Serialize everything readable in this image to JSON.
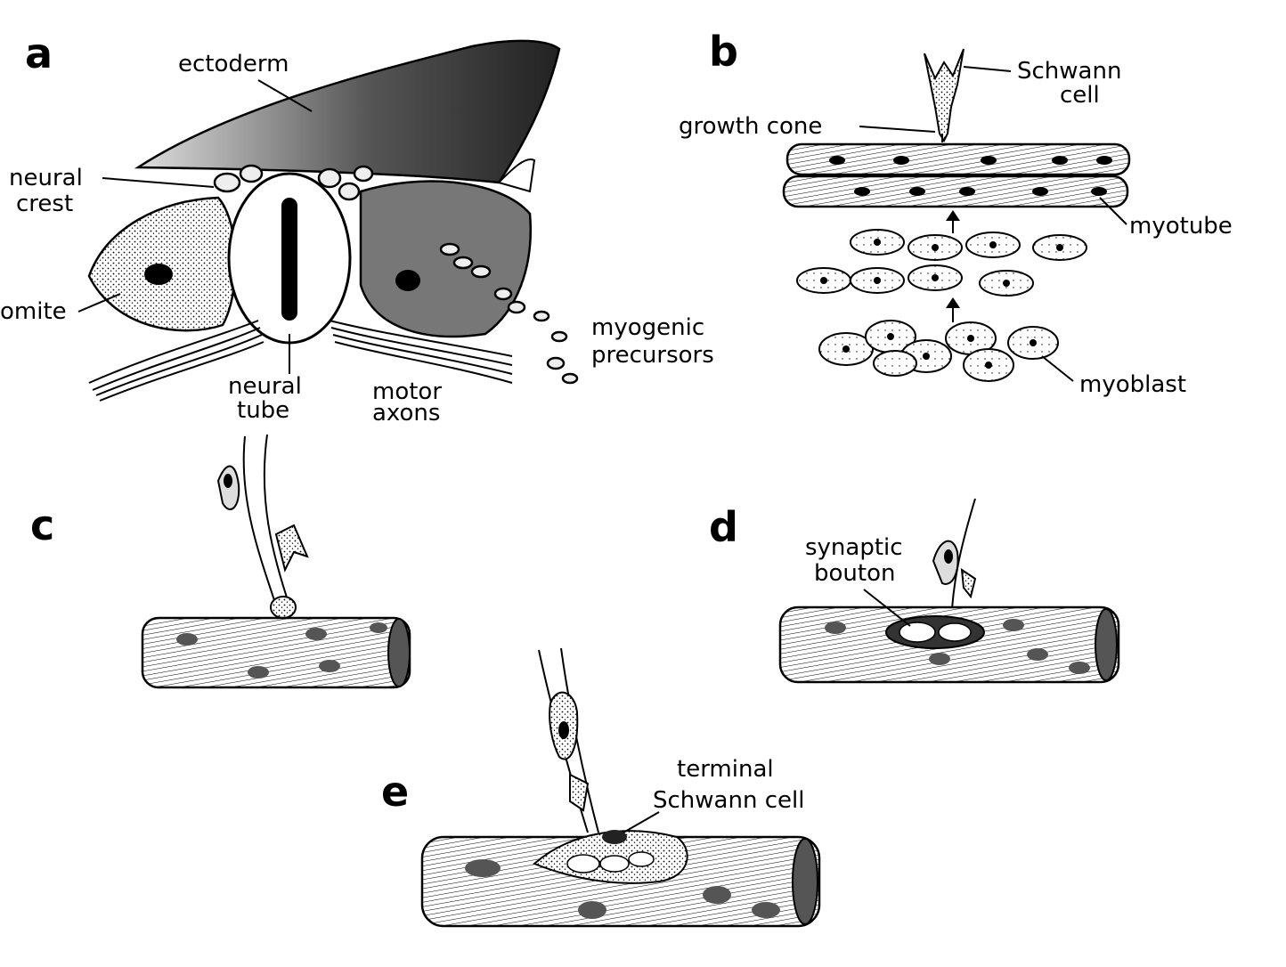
{
  "panels": {
    "a": {
      "letter": "a",
      "labels": {
        "ectoderm": "ectoderm",
        "neural_crest_1": "neural",
        "neural_crest_2": "crest",
        "somite": "omite",
        "neural_tube_1": "neural",
        "neural_tube_2": "tube",
        "motor_axons_1": "motor",
        "motor_axons_2": "axons",
        "myogenic_1": "myogenic",
        "myogenic_2": "precursors"
      }
    },
    "b": {
      "letter": "b",
      "labels": {
        "schwann_1": "Schwann",
        "schwann_2": "cell",
        "growth_cone": "growth  cone",
        "myotube": "myotube",
        "myoblast": "myoblast"
      }
    },
    "c": {
      "letter": "c"
    },
    "d": {
      "letter": "d",
      "labels": {
        "synaptic_1": "synaptic",
        "synaptic_2": "bouton"
      }
    },
    "e": {
      "letter": "e",
      "labels": {
        "terminal_1": "terminal",
        "terminal_2": "Schwann cell"
      }
    }
  },
  "colors": {
    "ink": "#000000",
    "paper": "#ffffff",
    "stipple": "#9a9a9a"
  }
}
